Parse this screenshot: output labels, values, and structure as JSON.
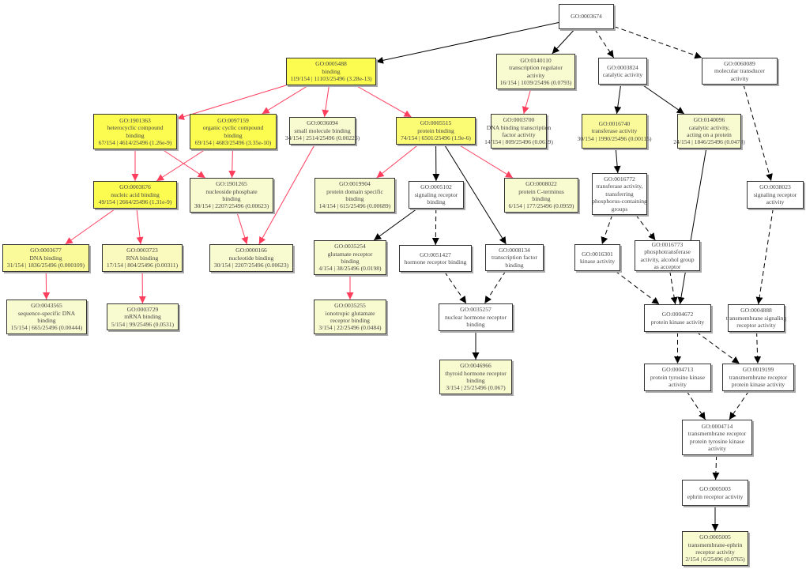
{
  "colors": {
    "red_edge": "#ff3d5c",
    "black_edge": "#000000",
    "white": "#ffffff",
    "light": "#f8fad0",
    "pale": "#fafabe",
    "medium": "#fafa9a",
    "strong": "#fbfb74",
    "bright": "#fcfc50"
  },
  "nodes": [
    {
      "id": "GO:0003674",
      "lines": [
        "GO:0003674"
      ],
      "fill": "white"
    },
    {
      "id": "GO:0005488",
      "lines": [
        "GO:0005488",
        "binding",
        "119/154 | 11103/25496 (3.28e-13)"
      ],
      "fill": "bright"
    },
    {
      "id": "GO:0140110",
      "lines": [
        "GO:0140110",
        "transcription regulator",
        "activity",
        "16/154 | 1039/25496 (0.0793)"
      ],
      "fill": "light"
    },
    {
      "id": "GO:0003824",
      "lines": [
        "GO:0003824",
        "catalytic activity"
      ],
      "fill": "white"
    },
    {
      "id": "GO:0060089",
      "lines": [
        "GO:0060089",
        "molecular transducer",
        "activity"
      ],
      "fill": "white"
    },
    {
      "id": "GO:1901363",
      "lines": [
        "GO:1901363",
        "heterocyclic compound",
        "binding",
        "67/154 | 4614/25496 (1.26e-9)"
      ],
      "fill": "bright"
    },
    {
      "id": "GO:0097159",
      "lines": [
        "GO:0097159",
        "organic cyclic compound",
        "binding",
        "69/154 | 4683/25496 (3.35e-10)"
      ],
      "fill": "bright"
    },
    {
      "id": "GO:0036094",
      "lines": [
        "GO:0036094",
        "small molecule binding",
        "34/154 | 2514/25496 (0.00226)"
      ],
      "fill": "light"
    },
    {
      "id": "GO:0005515",
      "lines": [
        "GO:0005515",
        "protein binding",
        "74/154 | 6501/25496 (1.9e-6)"
      ],
      "fill": "strong"
    },
    {
      "id": "GO:0003700",
      "lines": [
        "GO:0003700",
        "DNA binding transcription",
        "factor activity",
        "14/154 | 809/25496 (0.0619)"
      ],
      "fill": "light"
    },
    {
      "id": "GO:0016740",
      "lines": [
        "GO:0016740",
        "transferase activity",
        "30/154 | 1990/25496 (0.00115)"
      ],
      "fill": "medium"
    },
    {
      "id": "GO:0140096",
      "lines": [
        "GO:0140096",
        "catalytic activity,",
        "acting on a protein",
        "24/154 | 1846/25496 (0.0478)"
      ],
      "fill": "light"
    },
    {
      "id": "GO:0003676",
      "lines": [
        "GO:0003676",
        "nucleic acid binding",
        "49/154 | 2664/25496 (1.31e-9)"
      ],
      "fill": "bright"
    },
    {
      "id": "GO:1901265",
      "lines": [
        "GO:1901265",
        "nucleoside phosphate",
        "binding",
        "30/154 | 2207/25496 (0.00623)"
      ],
      "fill": "light"
    },
    {
      "id": "GO:0019904",
      "lines": [
        "GO:0019904",
        "protein domain specific",
        "binding",
        "14/154 | 615/25496 (0.00689)"
      ],
      "fill": "light"
    },
    {
      "id": "GO:0005102",
      "lines": [
        "GO:0005102",
        "signaling receptor",
        "binding"
      ],
      "fill": "white"
    },
    {
      "id": "GO:0008022",
      "lines": [
        "GO:0008022",
        "protein C-terminus",
        "binding",
        "6/154 | 177/25496 (0.0959)"
      ],
      "fill": "light"
    },
    {
      "id": "GO:0016772",
      "lines": [
        "GO:0016772",
        "transferase activity,",
        "transferring",
        "phosphorus-containing",
        "groups"
      ],
      "fill": "white"
    },
    {
      "id": "GO:0038023",
      "lines": [
        "GO:0038023",
        "signaling receptor",
        "activity"
      ],
      "fill": "white"
    },
    {
      "id": "GO:0003677",
      "lines": [
        "GO:0003677",
        "DNA binding",
        "31/154 | 1836/25496 (0.000109)"
      ],
      "fill": "medium"
    },
    {
      "id": "GO:0003723",
      "lines": [
        "GO:0003723",
        "RNA binding",
        "17/154 | 804/25496 (0.00311)"
      ],
      "fill": "pale"
    },
    {
      "id": "GO:0000166",
      "lines": [
        "GO:0000166",
        "nucleotide binding",
        "30/154 | 2207/25496 (0.00623)"
      ],
      "fill": "light"
    },
    {
      "id": "GO:0035254",
      "lines": [
        "GO:0035254",
        "glutamate receptor",
        "binding",
        "4/154 | 38/25496 (0.0198)"
      ],
      "fill": "light"
    },
    {
      "id": "GO:0051427",
      "lines": [
        "GO:0051427",
        "hormone receptor binding"
      ],
      "fill": "white"
    },
    {
      "id": "GO:0008134",
      "lines": [
        "GO:0008134",
        "transcription factor",
        "binding"
      ],
      "fill": "white"
    },
    {
      "id": "GO:0016301",
      "lines": [
        "GO:0016301",
        "kinase activity"
      ],
      "fill": "white"
    },
    {
      "id": "GO:0016773",
      "lines": [
        "GO:0016773",
        "phosphotransferase",
        "activity, alcohol group",
        "as acceptor"
      ],
      "fill": "white"
    },
    {
      "id": "GO:0043565",
      "lines": [
        "GO:0043565",
        "sequence-specific DNA",
        "binding",
        "15/154 | 665/25496 (0.00444)"
      ],
      "fill": "light"
    },
    {
      "id": "GO:0003729",
      "lines": [
        "GO:0003729",
        "mRNA binding",
        "5/154 | 99/25496 (0.0531)"
      ],
      "fill": "light"
    },
    {
      "id": "GO:0035255",
      "lines": [
        "GO:0035255",
        "ionotropic glutamate",
        "receptor binding",
        "3/154 | 22/25496 (0.0484)"
      ],
      "fill": "light"
    },
    {
      "id": "GO:0035257",
      "lines": [
        "GO:0035257",
        "nuclear hormone receptor",
        "binding"
      ],
      "fill": "white"
    },
    {
      "id": "GO:0004672",
      "lines": [
        "GO:0004672",
        "protein kinase activity"
      ],
      "fill": "white"
    },
    {
      "id": "GO:0004888",
      "lines": [
        "GO:0004888",
        "transmembrane signaling",
        "receptor activity"
      ],
      "fill": "white"
    },
    {
      "id": "GO:0046966",
      "lines": [
        "GO:0046966",
        "thyroid hormone receptor",
        "binding",
        "3/154 | 25/25496 (0.067)"
      ],
      "fill": "light"
    },
    {
      "id": "GO:0004713",
      "lines": [
        "GO:0004713",
        "protein tyrosine kinase",
        "activity"
      ],
      "fill": "white"
    },
    {
      "id": "GO:0019199",
      "lines": [
        "GO:0019199",
        "transmembrane receptor",
        "protein kinase activity"
      ],
      "fill": "white"
    },
    {
      "id": "GO:0004714",
      "lines": [
        "GO:0004714",
        "transmembrane receptor",
        "protein tyrosine kinase",
        "activity"
      ],
      "fill": "white"
    },
    {
      "id": "GO:0005003",
      "lines": [
        "GO:0005003",
        "ephrin receptor activity"
      ],
      "fill": "white"
    },
    {
      "id": "GO:0005005",
      "lines": [
        "GO:0005005",
        "transmembrane-ephrin",
        "receptor activity",
        "2/154 | 6/25496 (0.0765)"
      ],
      "fill": "light"
    }
  ],
  "edges": [
    [
      "GO:0003674",
      "GO:0005488",
      "black"
    ],
    [
      "GO:0003674",
      "GO:0140110",
      "black"
    ],
    [
      "GO:0003674",
      "GO:0003824",
      "dashed"
    ],
    [
      "GO:0003674",
      "GO:0060089",
      "dashed"
    ],
    [
      "GO:0005488",
      "GO:1901363",
      "red"
    ],
    [
      "GO:0005488",
      "GO:0097159",
      "red"
    ],
    [
      "GO:0005488",
      "GO:0036094",
      "red"
    ],
    [
      "GO:0005488",
      "GO:0005515",
      "red"
    ],
    [
      "GO:0140110",
      "GO:0003700",
      "red"
    ],
    [
      "GO:0003824",
      "GO:0016740",
      "black"
    ],
    [
      "GO:0003824",
      "GO:0140096",
      "black"
    ],
    [
      "GO:0060089",
      "GO:0038023",
      "dashed"
    ],
    [
      "GO:1901363",
      "GO:0003676",
      "red"
    ],
    [
      "GO:1901363",
      "GO:1901265",
      "red"
    ],
    [
      "GO:0097159",
      "GO:0003676",
      "red"
    ],
    [
      "GO:0097159",
      "GO:1901265",
      "red"
    ],
    [
      "GO:0036094",
      "GO:0000166",
      "red"
    ],
    [
      "GO:0005515",
      "GO:0019904",
      "red"
    ],
    [
      "GO:0005515",
      "GO:0005102",
      "black"
    ],
    [
      "GO:0005515",
      "GO:0008134",
      "black"
    ],
    [
      "GO:0005515",
      "GO:0008022",
      "red"
    ],
    [
      "GO:0016740",
      "GO:0016772",
      "black"
    ],
    [
      "GO:0140096",
      "GO:0004672",
      "black"
    ],
    [
      "GO:0003676",
      "GO:0003677",
      "red"
    ],
    [
      "GO:0003676",
      "GO:0003723",
      "red"
    ],
    [
      "GO:1901265",
      "GO:0000166",
      "red"
    ],
    [
      "GO:0005102",
      "GO:0035254",
      "black"
    ],
    [
      "GO:0005102",
      "GO:0051427",
      "dashed"
    ],
    [
      "GO:0016772",
      "GO:0016301",
      "dashed"
    ],
    [
      "GO:0016772",
      "GO:0016773",
      "dashed"
    ],
    [
      "GO:0038023",
      "GO:0004888",
      "dashed"
    ],
    [
      "GO:0003677",
      "GO:0043565",
      "red"
    ],
    [
      "GO:0003723",
      "GO:0003729",
      "red"
    ],
    [
      "GO:0035254",
      "GO:0035255",
      "red"
    ],
    [
      "GO:0051427",
      "GO:0035257",
      "dashed"
    ],
    [
      "GO:0008134",
      "GO:0035257",
      "dashed"
    ],
    [
      "GO:0016301",
      "GO:0004672",
      "dashed"
    ],
    [
      "GO:0016773",
      "GO:0004672",
      "dashed"
    ],
    [
      "GO:0035257",
      "GO:0046966",
      "black"
    ],
    [
      "GO:0004672",
      "GO:0004713",
      "dashed"
    ],
    [
      "GO:0004672",
      "GO:0019199",
      "dashed"
    ],
    [
      "GO:0004888",
      "GO:0019199",
      "dashed"
    ],
    [
      "GO:0004713",
      "GO:0004714",
      "dashed"
    ],
    [
      "GO:0019199",
      "GO:0004714",
      "dashed"
    ],
    [
      "GO:0004714",
      "GO:0005003",
      "dashed"
    ],
    [
      "GO:0005003",
      "GO:0005005",
      "black"
    ]
  ]
}
